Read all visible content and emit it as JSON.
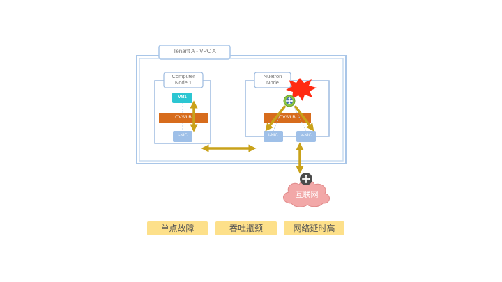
{
  "vpc": {
    "title": "Tenant A - VPC A"
  },
  "computer_node": {
    "title": "Computer\nNode 1",
    "vm_label": "VM1",
    "ovs_label": "OVS/LB",
    "nic_label": "i-NIC"
  },
  "neutron_node": {
    "title": "Nuetron\nNode",
    "ovs_label": "OVS/LB",
    "i_nic_label": "i-NIC",
    "e_nic_label": "e-NIC"
  },
  "internet": {
    "label": "互联网"
  },
  "issues": [
    "单点故障",
    "吞吐瓶颈",
    "网络延时高"
  ],
  "colors": {
    "frame_blue": "#a9c6e8",
    "node_border": "#7fa6d6",
    "vm_teal": "#2cc6d2",
    "ovs_orange": "#d76c1c",
    "nic_blue": "#9fc0e8",
    "arrow_gold": "#c9a21a",
    "burst_red": "#ff2a12",
    "router_green": "#8cc63f",
    "cloud_pink": "#f2a8a8",
    "tag_yellow": "#fde08a"
  },
  "icons": {
    "router": "router-icon",
    "gateway": "gateway-router-icon",
    "burst": "failure-burst-icon",
    "cloud": "cloud-icon"
  }
}
